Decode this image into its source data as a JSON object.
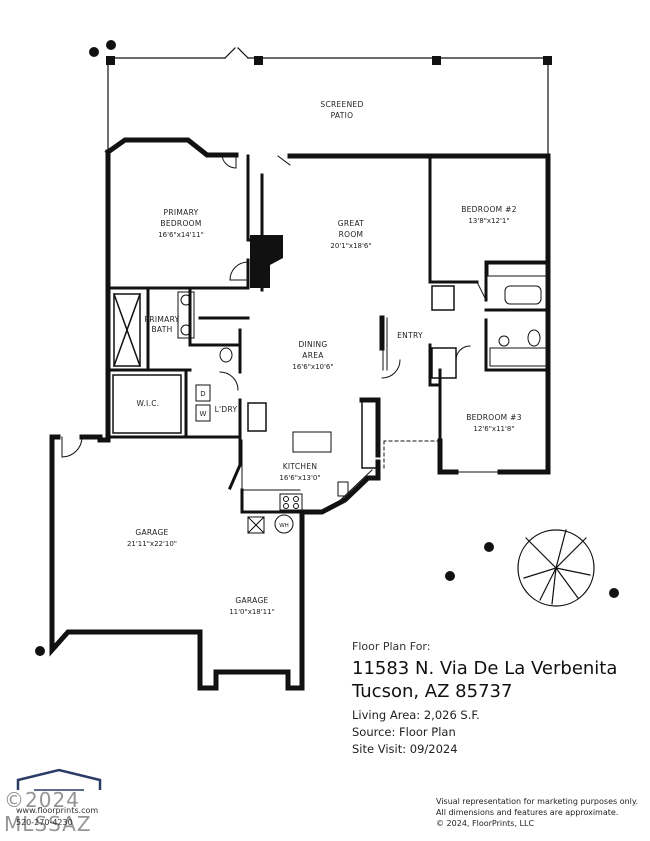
{
  "rooms": {
    "screened_patio": {
      "line1": "SCREENED",
      "line2": "PATIO"
    },
    "primary_bedroom": {
      "line1": "PRIMARY",
      "line2": "BEDROOM",
      "dims": "16'6\"x14'11\""
    },
    "great_room": {
      "line1": "GREAT",
      "line2": "ROOM",
      "dims": "20'1\"x18'6\""
    },
    "bedroom2": {
      "name": "BEDROOM #2",
      "dims": "13'8\"x12'1\""
    },
    "primary_bath": {
      "line1": "PRIMARY",
      "line2": "BATH"
    },
    "entry": {
      "name": "ENTRY"
    },
    "dining": {
      "line1": "DINING",
      "line2": "AREA",
      "dims": "16'6\"x10'6\""
    },
    "wic": {
      "name": "W.I.C."
    },
    "laundry": {
      "name": "L'DRY"
    },
    "bedroom3": {
      "name": "BEDROOM #3",
      "dims": "12'6\"x11'8\""
    },
    "kitchen": {
      "name": "KITCHEN",
      "dims": "16'6\"x13'0\""
    },
    "garage_main": {
      "name": "GARAGE",
      "dims": "21'11\"x22'10\""
    },
    "garage_second": {
      "name": "GARAGE",
      "dims": "11'0\"x18'11\""
    },
    "fixtures": {
      "dryer": "D",
      "washer": "W",
      "water_heater": "WH"
    }
  },
  "info": {
    "floor_plan_for": "Floor Plan For:",
    "address_line1": "11583 N. Via De La Verbenita",
    "address_line2": "Tucson, AZ  85737",
    "living_area": "Living Area:  2,026 S.F.",
    "source": "Source:  Floor Plan",
    "site_visit": "Site Visit:  09/2024"
  },
  "disclaimer": {
    "line1": "Visual representation for marketing purposes only.",
    "line2": "All dimensions and features are approximate.",
    "line3": "© 2024, FloorPrints, LLC"
  },
  "brand": {
    "watermark": "©2024 MLSSAZ",
    "url": "www.floorprints.com",
    "phone": "520-270-4230"
  }
}
